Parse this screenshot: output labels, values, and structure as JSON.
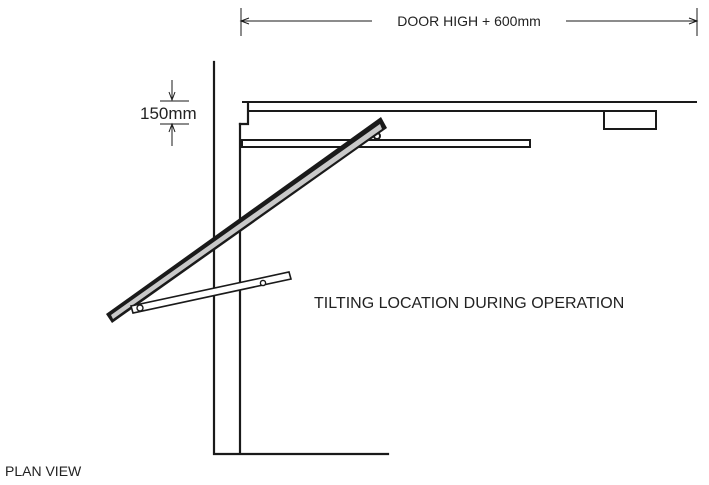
{
  "labels": {
    "overall_dimension": "DOOR HIGH + 600mm",
    "clearance_value": "150",
    "clearance_unit": "mm",
    "operation_note": "TILTING LOCATION DURING OPERATION",
    "view_name": "PLAN VIEW"
  },
  "colors": {
    "line": "#1a1a1a",
    "panel_fill": "#c9c9c9",
    "background": "#ffffff"
  }
}
